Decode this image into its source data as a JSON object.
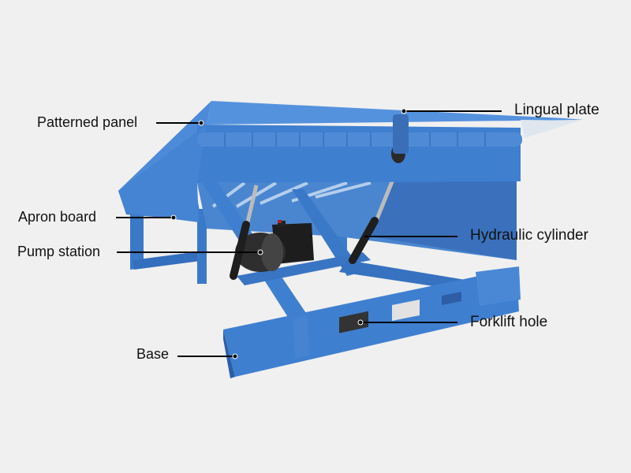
{
  "colors": {
    "background": "#f0f0f0",
    "frame_blue": "#3f7fd0",
    "frame_dark": "#2c5fa8",
    "leader_line": "#000000"
  },
  "labels": {
    "patterned_panel": "Patterned panel",
    "lingual_plate": "Lingual plate",
    "apron_board": "Apron board",
    "pump_station": "Pump station",
    "hydraulic_cylinder": "Hydraulic cylinder",
    "forklift_hole": "Forklift hole",
    "base": "Base"
  }
}
